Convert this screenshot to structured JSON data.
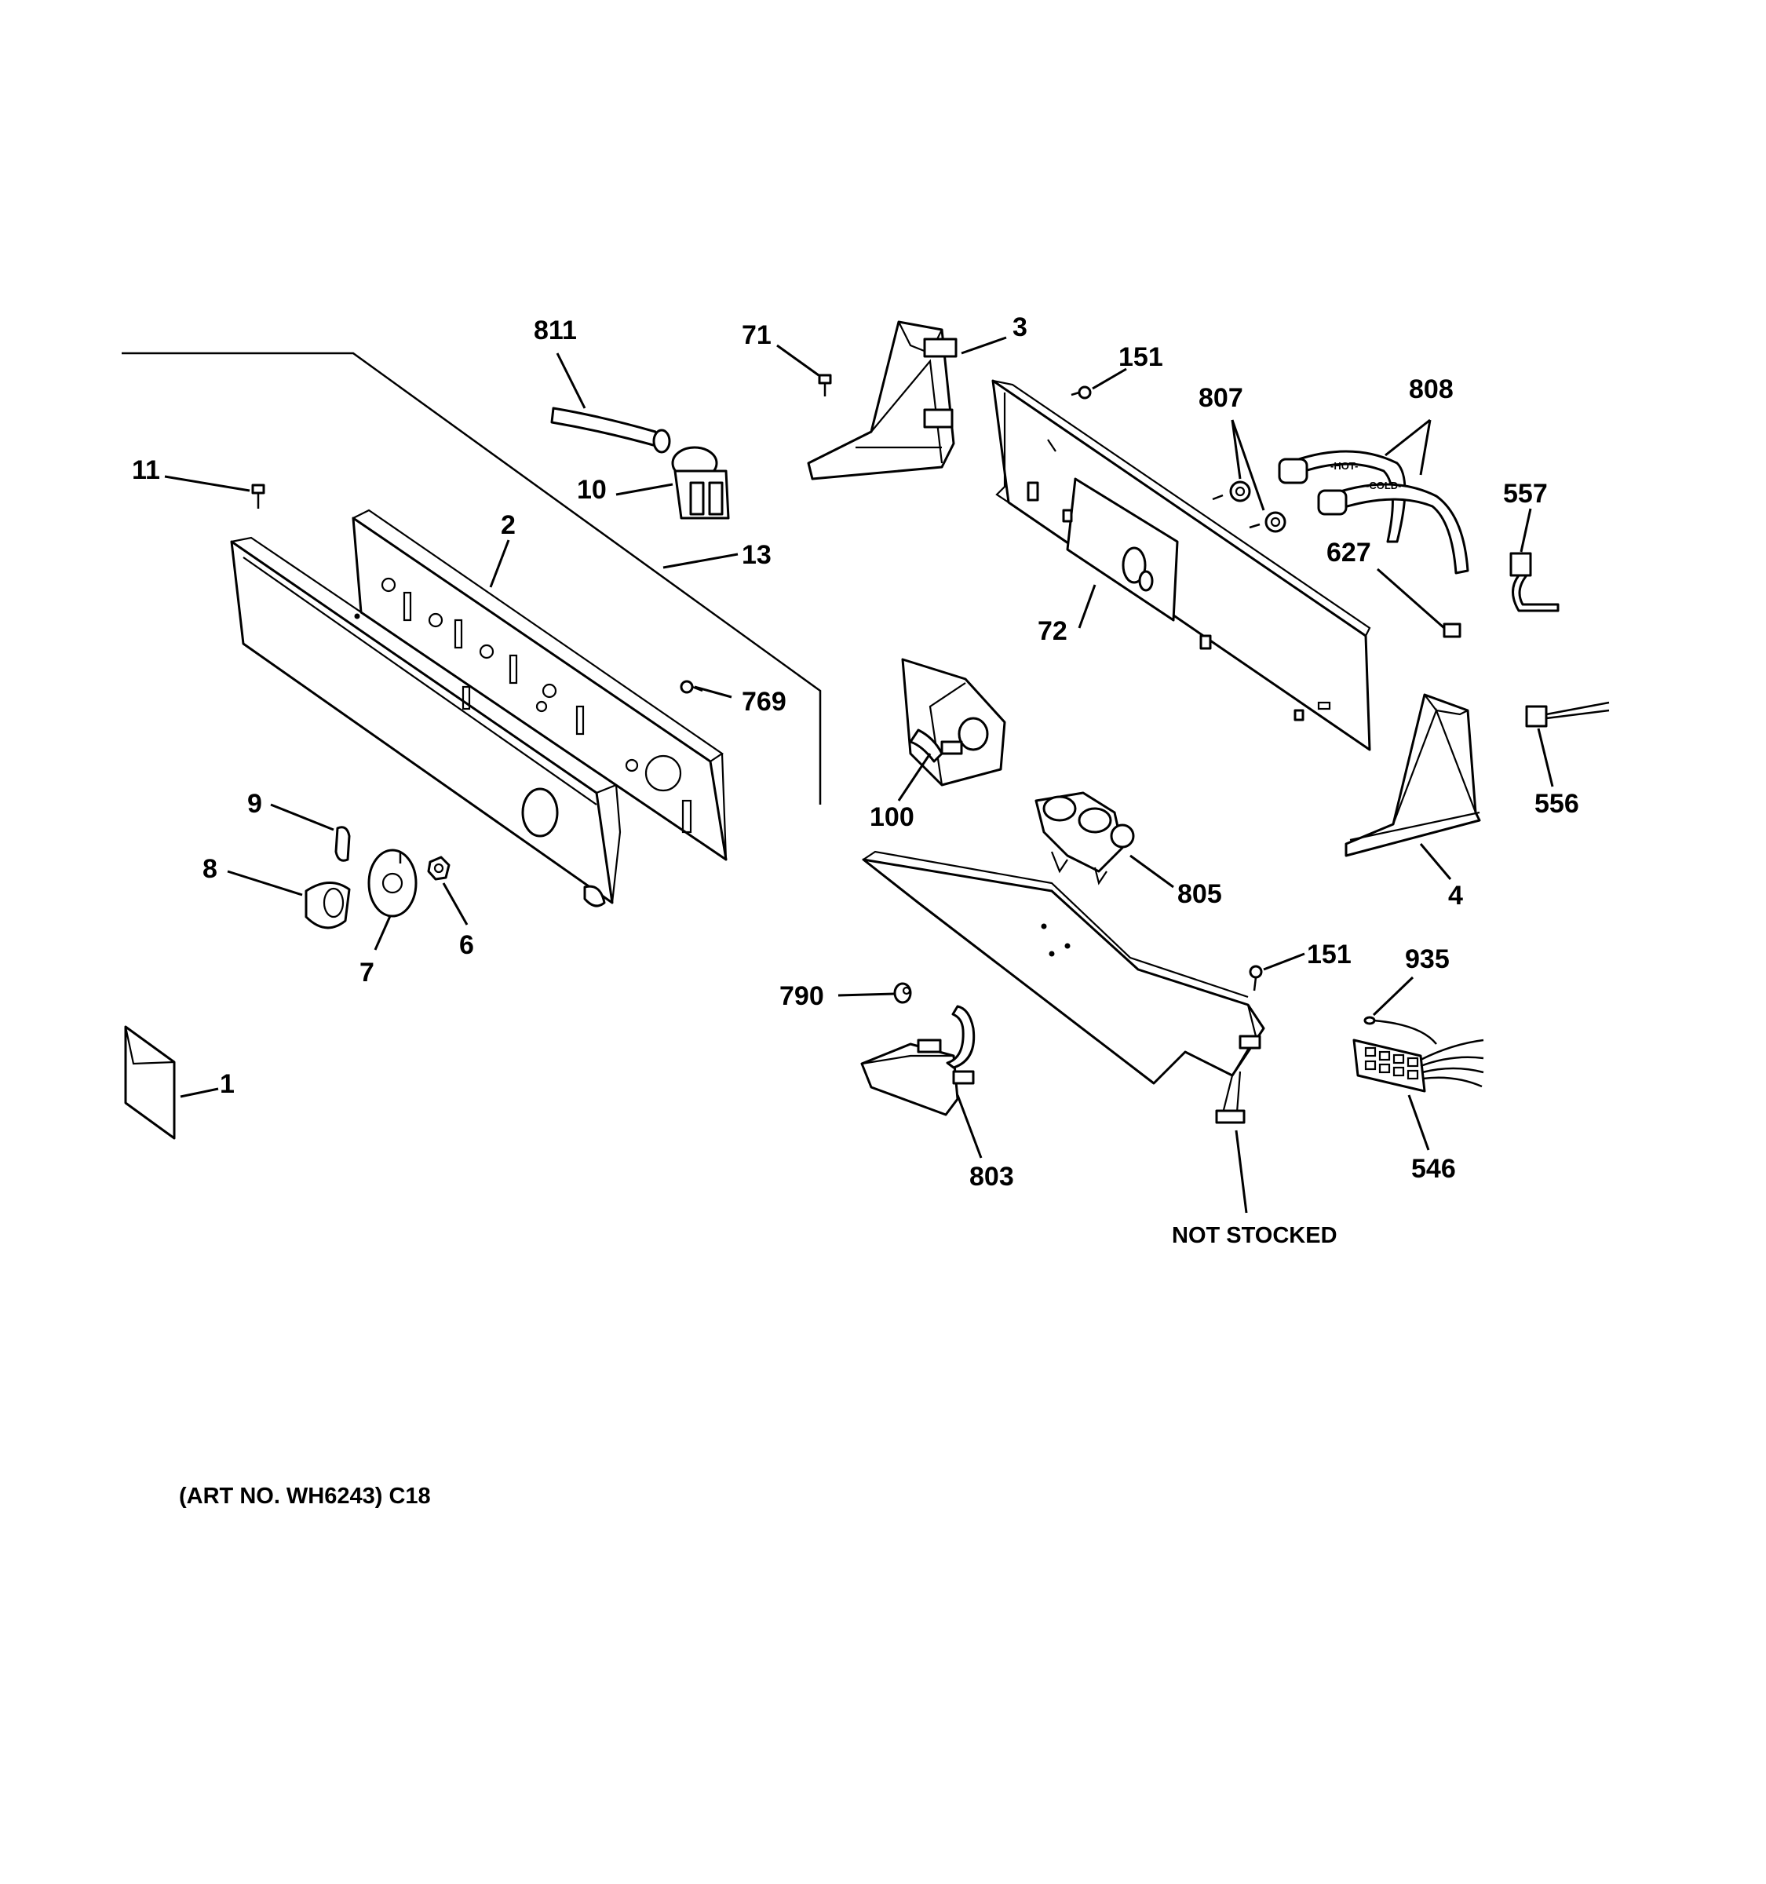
{
  "labels": {
    "l811": "811",
    "l71": "71",
    "l3": "3",
    "l151a": "151",
    "l807": "807",
    "l808": "808",
    "l11": "11",
    "l10": "10",
    "l2": "2",
    "l13": "13",
    "l557": "557",
    "l627": "627",
    "l72": "72",
    "l769": "769",
    "l100": "100",
    "l556": "556",
    "l9": "9",
    "l8": "8",
    "l805": "805",
    "l4": "4",
    "l6": "6",
    "l7": "7",
    "l151b": "151",
    "l935": "935",
    "l790": "790",
    "l1": "1",
    "l803": "803",
    "l546": "546",
    "not_stocked": "NOT STOCKED",
    "art_no": "(ART NO. WH6243) C18"
  },
  "hose_markings": {
    "hot": "-HOT-",
    "cold": "-COLD-"
  }
}
